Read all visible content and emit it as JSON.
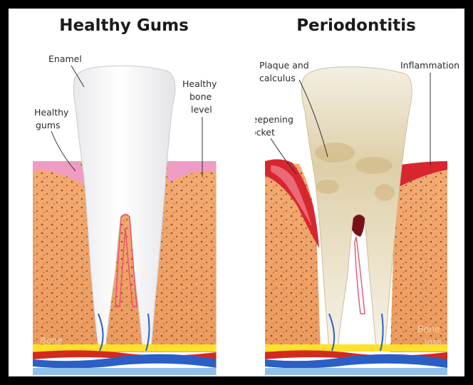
{
  "panels": {
    "healthy": {
      "title": "Healthy Gums",
      "labels": {
        "enamel": "Enamel",
        "healthy_gums_1": "Healthy",
        "healthy_gums_2": "gums",
        "bone_level_1": "Healthy",
        "bone_level_2": "bone",
        "bone_level_3": "level",
        "bone": "Bone"
      }
    },
    "periodontitis": {
      "title": "Periodontitis",
      "labels": {
        "plaque_1": "Plaque and",
        "plaque_2": "calculus",
        "inflammation": "Inflammation",
        "pocket_1": "Deepening",
        "pocket_2": "pocket",
        "bone_loss_1": "Bone",
        "bone_loss_2": "loss"
      }
    }
  },
  "colors": {
    "border": "#000000",
    "bone": "#f0a36a",
    "gum_healthy": "#ef9cc4",
    "gum_inflamed": "#d8262f",
    "enamel": "#ffffff",
    "plaque": "#d8c49a",
    "pulp": "#e8526e",
    "blood_red": "#d42a1e",
    "vessel_blue": "#2b5fc6",
    "vessel_yellow": "#ffe12a"
  }
}
